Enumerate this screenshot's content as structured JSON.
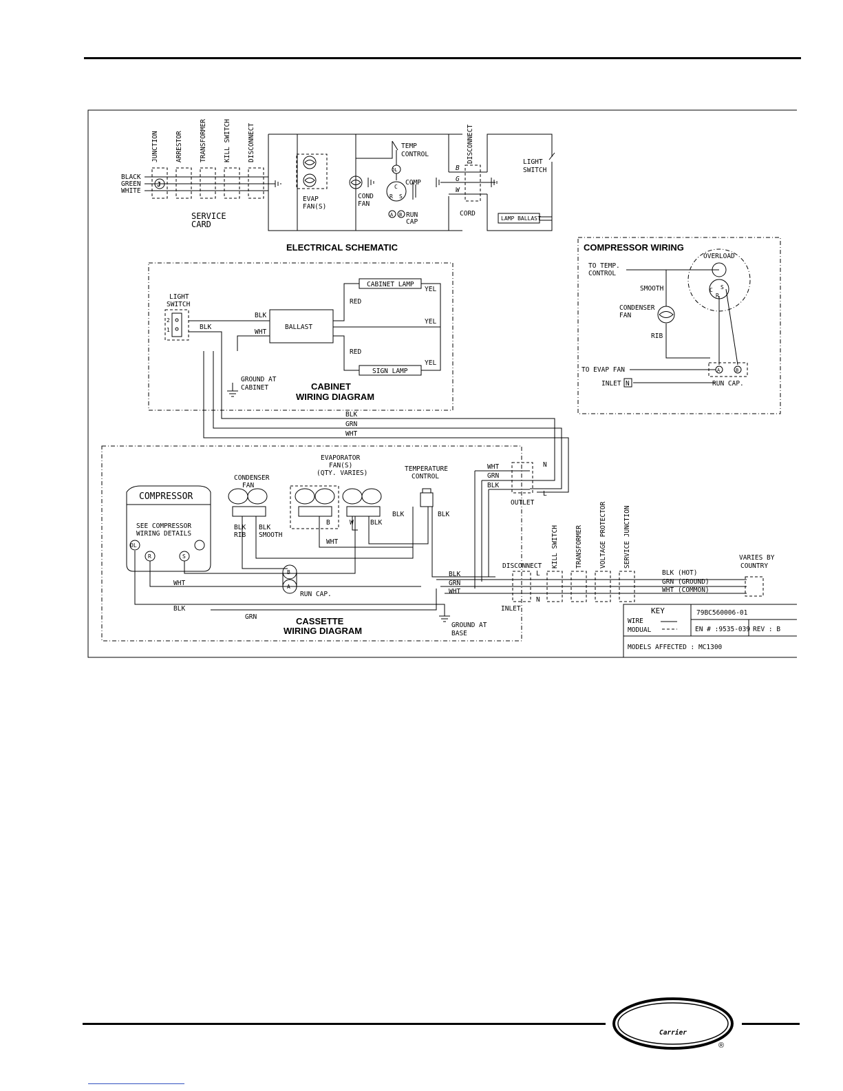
{
  "schematic": {
    "title": "ELECTRICAL  SCHEMATIC",
    "left_labels": [
      "JUNCTION",
      "ARRESTOR",
      "TRANSFORMER",
      "KILL SWITCH",
      "DISCONNECT"
    ],
    "wires_in": [
      "BLACK",
      "GREEN",
      "WHITE"
    ],
    "junction_letter": "J",
    "service_card": [
      "SERVICE",
      "CARD"
    ],
    "evap_fan": [
      "EVAP",
      "FAN(S)"
    ],
    "cond_fan": [
      "COND",
      "FAN"
    ],
    "temp_control": [
      "TEMP",
      "CONTROL"
    ],
    "comp": "COMP",
    "run_cap": [
      "RUN",
      "CAP"
    ],
    "ol": "OL",
    "disconnect": "DISCONNECT",
    "bgw": [
      "B",
      "G",
      "W"
    ],
    "cord": "CORD",
    "light_switch": [
      "LIGHT",
      "SWITCH"
    ],
    "lamp_ballast": "LAMP BALLAST",
    "terminals": [
      "C",
      "R",
      "S",
      "A",
      "B"
    ]
  },
  "compressor_wiring": {
    "title": "COMPRESSOR  WIRING",
    "overload": "OVERLOAD",
    "to_temp_control": [
      "TO TEMP.",
      "CONTROL"
    ],
    "smooth": "SMOOTH",
    "condenser_fan": [
      "CONDENSER",
      "FAN"
    ],
    "rib": "RIB",
    "to_evap_fan": "TO EVAP FAN",
    "inlet": "INLET",
    "inlet_n": "N",
    "run_cap": "RUN CAP.",
    "terminals": [
      "C",
      "S",
      "R",
      "A",
      "B"
    ]
  },
  "cabinet": {
    "title": [
      "CABINET",
      "WIRING DIAGRAM"
    ],
    "light_switch": [
      "LIGHT",
      "SWITCH"
    ],
    "switch_pins": [
      "2",
      "1"
    ],
    "blk": "BLK",
    "wht": "WHT",
    "ballast": "BALLAST",
    "red": "RED",
    "yel": "YEL",
    "cabinet_lamp": "CABINET LAMP",
    "sign_lamp": "SIGN LAMP",
    "ground": [
      "GROUND AT",
      "CABINET"
    ]
  },
  "interconnect": [
    "BLK",
    "GRN",
    "WHT"
  ],
  "cassette": {
    "title": [
      "CASSETTE",
      "WIRING DIAGRAM"
    ],
    "compressor": "COMPRESSOR",
    "see_details": [
      "SEE COMPRESSOR",
      "WIRING DETAILS"
    ],
    "terminals": [
      "OL",
      "R",
      "S"
    ],
    "condenser_fan": [
      "CONDENSER",
      "FAN"
    ],
    "evap_fans": [
      "EVAPORATOR",
      "FAN(S)",
      "(QTY. VARIES)"
    ],
    "temp_control": [
      "TEMPERATURE",
      "CONTROL"
    ],
    "blk_rib": [
      "BLK",
      "RIB"
    ],
    "blk_smooth": [
      "BLK",
      "SMOOTH"
    ],
    "b": "B",
    "w": "W",
    "blk": "BLK",
    "wht": "WHT",
    "grn": "GRN",
    "run_cap": "RUN CAP.",
    "cap_a": "A",
    "cap_b": "B",
    "ground": [
      "GROUND AT",
      "BASE"
    ],
    "outlet": "OUTLET",
    "outlet_wires": [
      "WHT",
      "GRN",
      "BLK"
    ],
    "outlet_nl": [
      "N",
      "L"
    ],
    "disconnect": "DISCONNECT",
    "inlet": "INLET",
    "inlet_wires": [
      "BLK",
      "GRN",
      "WHT"
    ],
    "inlet_ln": [
      "L",
      "N"
    ],
    "vertical_labels": [
      "KILL SWITCH",
      "TRANSFORMER",
      "VOLTAGE PROTECTOR",
      "SERVICE JUNCTION"
    ],
    "power_wires": [
      "BLK (HOT)",
      "GRN (GROUND)",
      "WHT (COMMON)"
    ],
    "varies": [
      "VARIES BY",
      "COUNTRY"
    ]
  },
  "title_block": {
    "key": "KEY",
    "wire": "WIRE",
    "modual": "MODUAL",
    "part_no": "79BC560006-01",
    "en": "EN # :9535-039",
    "rev": "REV : B",
    "models": "MODELS AFFECTED : MC1300"
  },
  "brand": {
    "name": "Carrier",
    "registered": "®"
  }
}
